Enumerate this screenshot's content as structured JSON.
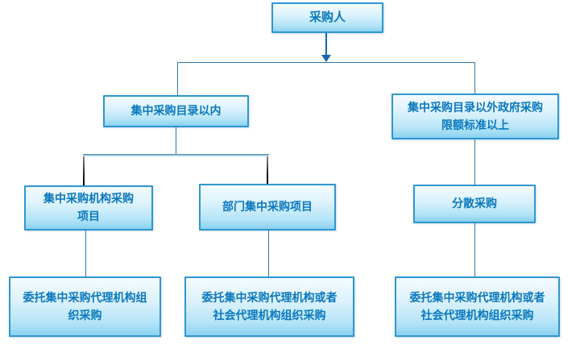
{
  "diagram": {
    "type": "flowchart",
    "language": "zh-CN",
    "topic": "政府采购组织形式流程图",
    "colors": {
      "background": "#ffffff",
      "box_border": "#2e96d0",
      "box_fill_top": "#f4fbfe",
      "box_fill_bottom": "#8ad1f0",
      "box_text": "#0a78bd",
      "connector_blue": "#2f78ad",
      "connector_arrow": "#1467a8",
      "connector_dark": "#000000"
    },
    "nodes": {
      "purchaser": {
        "label": "采购人"
      },
      "within_catalog": {
        "label": "集中采购目录以内"
      },
      "outside_catalog": {
        "label": "集中采购目录以外政府采购\n限额标准以上"
      },
      "centralized_agency_projects": {
        "label": "集中采购机构采购\n项目"
      },
      "departmental_projects": {
        "label": "部门集中采购项目"
      },
      "decentralized": {
        "label": "分散采购"
      },
      "entrust_centralized": {
        "label": "委托集中采购代理机构组\n织采购"
      },
      "entrust_centralized_or_social_1": {
        "label": "委托集中采购代理机构或者\n社会代理机构组织采购"
      },
      "entrust_centralized_or_social_2": {
        "label": "委托集中采购代理机构或者\n社会代理机构组织采购"
      }
    },
    "edges": [
      {
        "from": "purchaser",
        "to": "within_catalog"
      },
      {
        "from": "purchaser",
        "to": "outside_catalog"
      },
      {
        "from": "within_catalog",
        "to": "centralized_agency_projects"
      },
      {
        "from": "within_catalog",
        "to": "departmental_projects"
      },
      {
        "from": "outside_catalog",
        "to": "decentralized"
      },
      {
        "from": "centralized_agency_projects",
        "to": "entrust_centralized"
      },
      {
        "from": "departmental_projects",
        "to": "entrust_centralized_or_social_1"
      },
      {
        "from": "decentralized",
        "to": "entrust_centralized_or_social_2"
      }
    ]
  }
}
